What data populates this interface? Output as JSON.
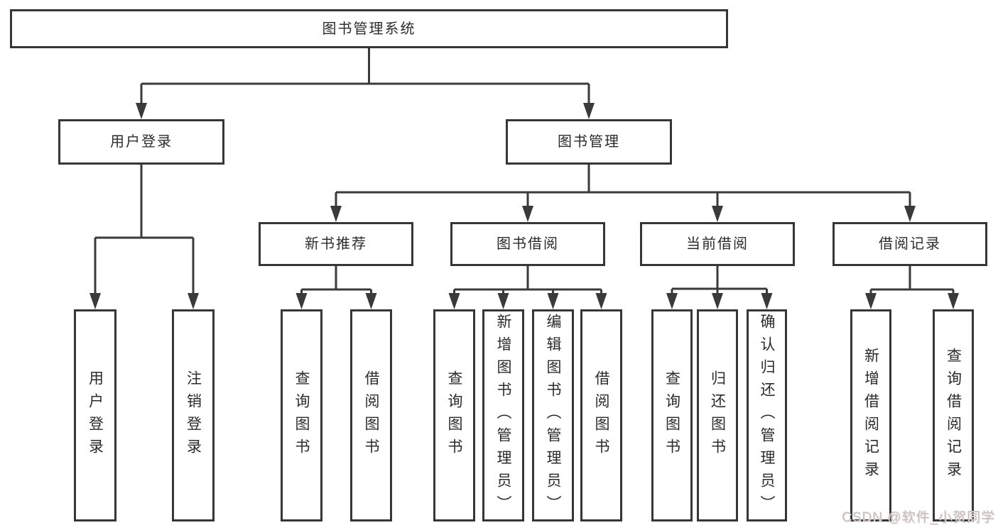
{
  "diagram": {
    "type": "tree",
    "colors": {
      "line": "#3a3a3a",
      "box_border": "#363636",
      "text": "#2b2b2b",
      "background": "#ffffff",
      "watermark": "#c3c2c2"
    },
    "nodes": {
      "root": {
        "label": "图书管理系统",
        "level": 1
      },
      "user_login": {
        "label": "用户登录",
        "level": 2,
        "parent": "root"
      },
      "book_management": {
        "label": "图书管理",
        "level": 2,
        "parent": "root"
      },
      "new_book_recommend": {
        "label": "新书推荐",
        "level": 3,
        "parent": "book_management"
      },
      "book_borrowing": {
        "label": "图书借阅",
        "level": 3,
        "parent": "book_management"
      },
      "current_borrowing": {
        "label": "当前借阅",
        "level": 3,
        "parent": "book_management"
      },
      "borrowing_records": {
        "label": "借阅记录",
        "level": 3,
        "parent": "book_management"
      },
      "leaf_user_login": {
        "label": "用户登录",
        "level": 4,
        "parent": "user_login"
      },
      "leaf_logout": {
        "label": "注销登录",
        "level": 4,
        "parent": "user_login"
      },
      "leaf_nbr_query_book": {
        "label": "查询图书",
        "level": 4,
        "parent": "new_book_recommend"
      },
      "leaf_nbr_borrow_book": {
        "label": "借阅图书",
        "level": 4,
        "parent": "new_book_recommend"
      },
      "leaf_bb_query_book": {
        "label": "查询图书",
        "level": 4,
        "parent": "book_borrowing"
      },
      "leaf_bb_add_book": {
        "label": "新增图书（管理员）",
        "level": 4,
        "parent": "book_borrowing"
      },
      "leaf_bb_edit_book": {
        "label": "编辑图书（管理员）",
        "level": 4,
        "parent": "book_borrowing"
      },
      "leaf_bb_borrow_book": {
        "label": "借阅图书",
        "level": 4,
        "parent": "book_borrowing"
      },
      "leaf_cb_query_book": {
        "label": "查询图书",
        "level": 4,
        "parent": "current_borrowing"
      },
      "leaf_cb_return_book": {
        "label": "归还图书",
        "level": 4,
        "parent": "current_borrowing"
      },
      "leaf_cb_confirm_return": {
        "label": "确认归还（管理员）",
        "level": 4,
        "parent": "current_borrowing"
      },
      "leaf_br_add_record": {
        "label": "新增借阅记录",
        "level": 4,
        "parent": "borrowing_records"
      },
      "leaf_br_query_record": {
        "label": "查询借阅记录",
        "level": 4,
        "parent": "borrowing_records"
      }
    },
    "watermark": "CSDN @软件_小贺同学"
  }
}
